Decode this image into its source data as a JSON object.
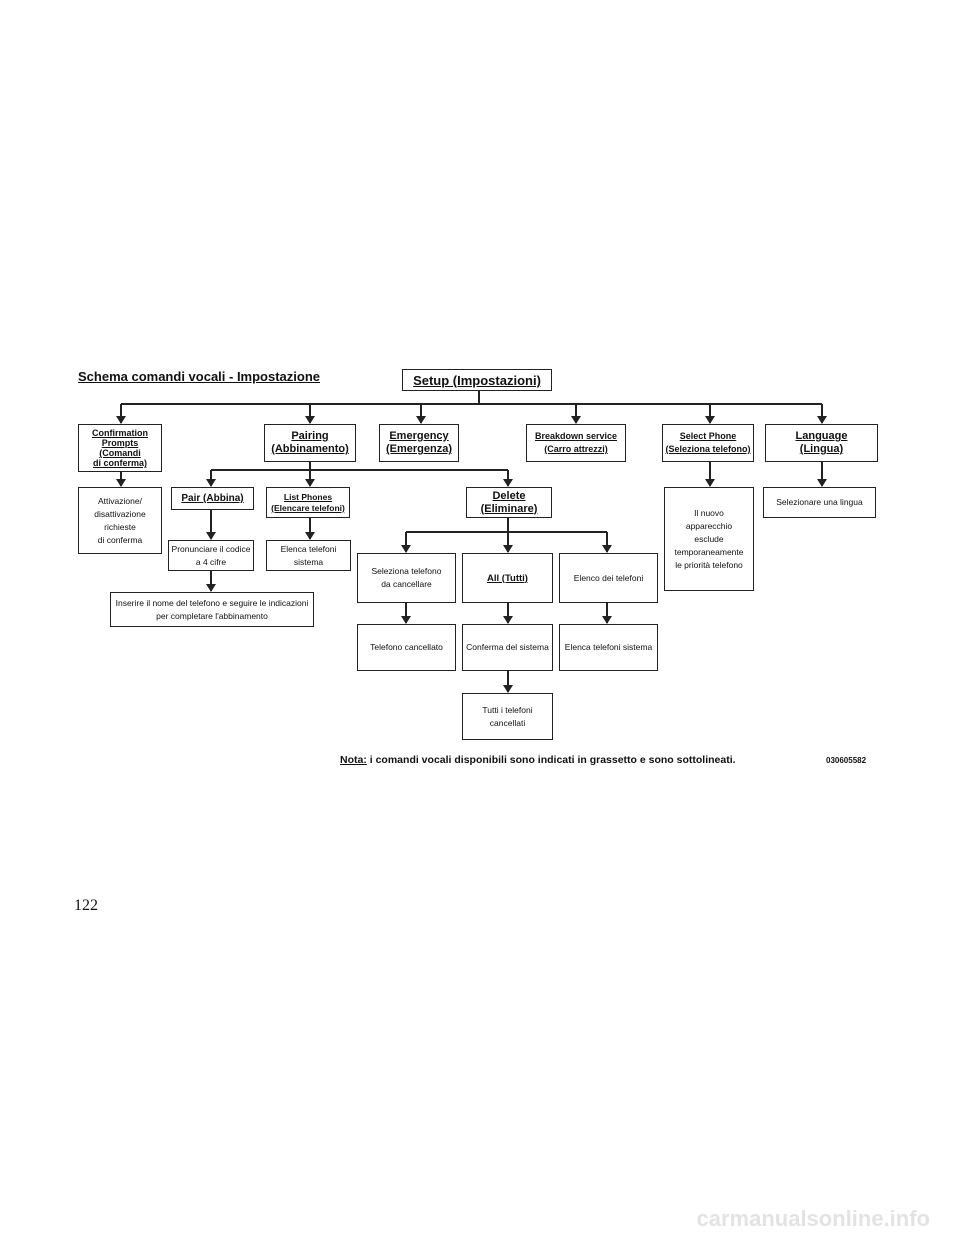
{
  "diagram": {
    "title": "Schema comandi vocali - Impostazione",
    "root": "Setup (Impostazioni)",
    "nodes": {
      "confirmation": "Confirmation\nPrompts\n(Comandi\ndi conferma)",
      "pairing": "Pairing\n(Abbinamento)",
      "emergency": "Emergency\n(Emergenza)",
      "breakdown": "Breakdown service\n(Carro attrezzi)",
      "select_phone": "Select Phone\n(Seleziona telefono)",
      "language": "Language\n(Lingua)",
      "pair": "Pair (Abbina)",
      "list_phones": "List Phones\n(Elencare telefoni)",
      "delete": "Delete\n(Eliminare)",
      "all": "All (Tutti)"
    },
    "info": {
      "attivazione": "Attivazione/\ndisattivazione\nrichieste\ndi conferma",
      "pronunciare": "Pronunciare il codice\na 4 cifre",
      "inserire": "Inserire il nome del telefono e seguire le indicazioni\nper completare l'abbinamento",
      "elenca_sistema": "Elenca telefoni\nsistema",
      "seleziona_canc": "Seleziona telefono\nda cancellare",
      "elenco_telefoni": "Elenco dei telefoni",
      "telefono_cancellato": "Telefono cancellato",
      "conferma_sistema": "Conferma del sistema",
      "elenca_telefoni_sistema": "Elenca telefoni sistema",
      "tutti_cancellati": "Tutti i telefoni\ncancellati",
      "nuovo_apparecchio": "Il nuovo\napparecchio\nesclude\ntemporaneamente\nle priorità telefono",
      "selezionare_lingua": "Selezionare una lingua"
    },
    "note_label": "Nota:",
    "note_text": " i comandi vocali disponibili sono indicati in grassetto e sono sottolineati.",
    "code": "030605582"
  },
  "page_number": "122",
  "watermark": "carmanualsonline.info"
}
